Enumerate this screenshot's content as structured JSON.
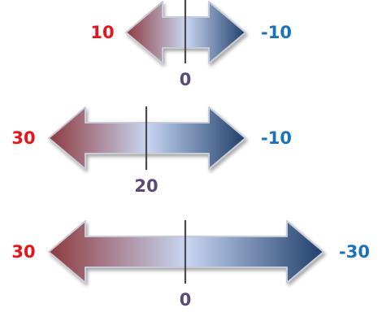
{
  "colors": {
    "left_end": "#8e3a3e",
    "center": "#c8d6f2",
    "right_end": "#1f3f6b",
    "outline": "#c9cbd6",
    "shadow": "#9a9aa6",
    "tick": "#4a4a4a",
    "left_label": "#e8141c",
    "right_label": "#1a73b8",
    "mid_label": "#5a4a7a"
  },
  "arrows": [
    {
      "left_value": "10",
      "right_value": "-10",
      "mid_value": "0"
    },
    {
      "left_value": "30",
      "right_value": "-10",
      "mid_value": "20"
    },
    {
      "left_value": "30",
      "right_value": "-30",
      "mid_value": "0"
    }
  ]
}
